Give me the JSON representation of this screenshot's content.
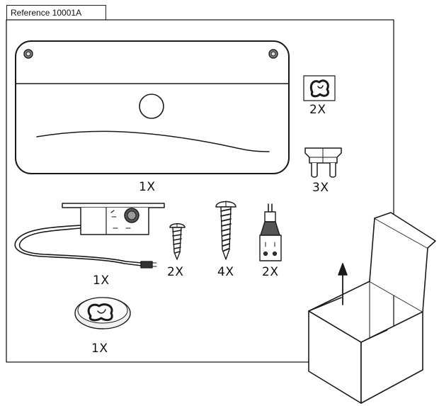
{
  "reference": {
    "label": "Reference 10001A"
  },
  "parts": [
    {
      "id": "cooler-panel",
      "quantity": "1X"
    },
    {
      "id": "grommet-small",
      "quantity": "2X"
    },
    {
      "id": "blade-fuse",
      "quantity": "3X"
    },
    {
      "id": "dimmer-switch",
      "quantity": "1X"
    },
    {
      "id": "short-screw",
      "quantity": "2X"
    },
    {
      "id": "long-screw",
      "quantity": "4X"
    },
    {
      "id": "wire-connector",
      "quantity": "2X"
    },
    {
      "id": "grommet-large",
      "quantity": "1X"
    }
  ],
  "colors": {
    "line": "#1a1a1a",
    "panel_fill": "#ffffff"
  }
}
